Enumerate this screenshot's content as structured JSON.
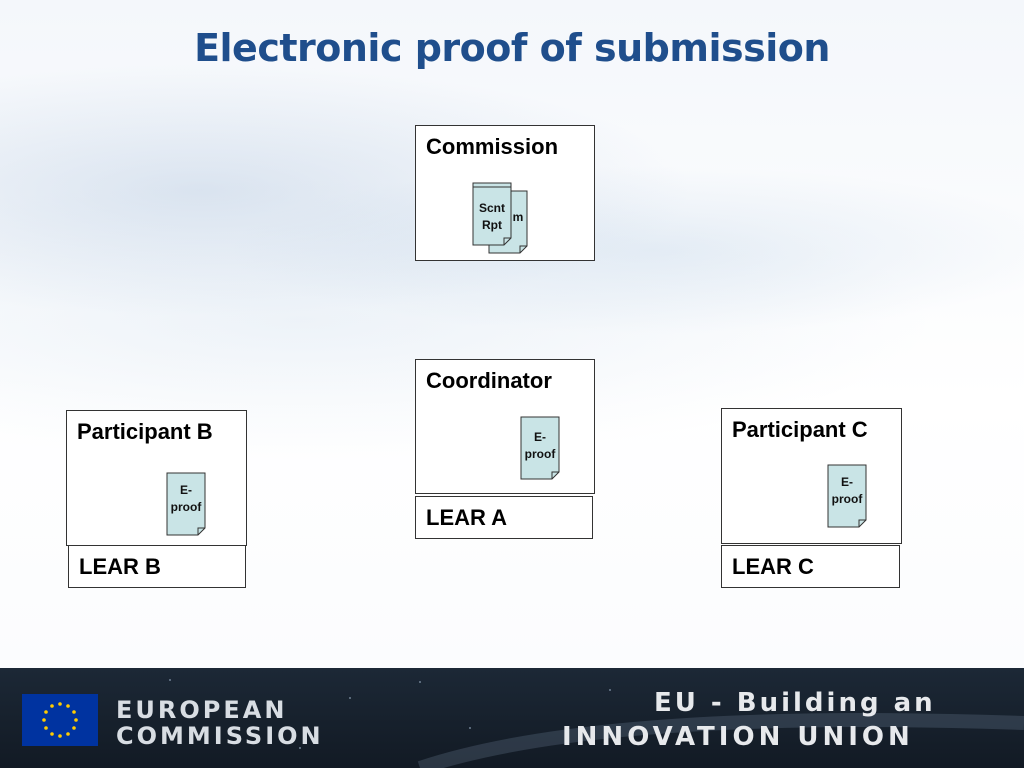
{
  "title": "Electronic proof of submission",
  "nodes": {
    "commission": {
      "label": "Commission",
      "doc_front": [
        "Scnt",
        "Rpt"
      ],
      "doc_back": "m"
    },
    "coordinator": {
      "label": "Coordinator",
      "doc": [
        "E-",
        "proof"
      ],
      "lear": "LEAR A"
    },
    "participant_b": {
      "label": "Participant B",
      "doc": [
        "E-",
        "proof"
      ],
      "lear": "LEAR B"
    },
    "participant_c": {
      "label": "Participant C",
      "doc": [
        "E-",
        "proof"
      ],
      "lear": "LEAR C"
    }
  },
  "footer": {
    "org_line1": "EUROPEAN",
    "org_line2": "COMMISSION",
    "slogan_line1": "EU - Building an",
    "slogan_line2": "INNOVATION UNION"
  },
  "colors": {
    "title": "#1f4e8c",
    "doc_fill": "#c9e4e6",
    "footer_bg": "#151e2a",
    "flag_blue": "#0033a0",
    "flag_stars": "#ffcc00"
  }
}
